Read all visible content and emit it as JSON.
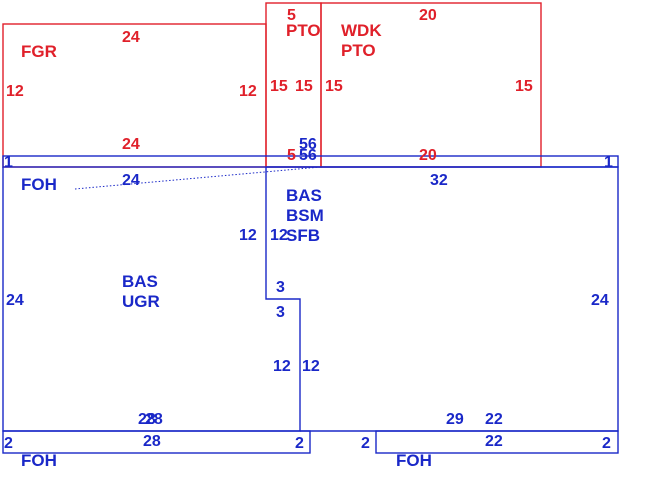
{
  "colors": {
    "garage": "#e0202a",
    "house": "#1a28c8"
  },
  "areas": {
    "fgr": "FGR",
    "pto_small": "PTO",
    "wdk": "WDK",
    "wdk_pto": "PTO",
    "foh_top": "FOH",
    "bas1": "BAS",
    "bsm": "BSM",
    "sfb": "SFB",
    "bas2": "BAS",
    "ugr": "UGR",
    "foh_left": "FOH",
    "foh_right": "FOH"
  },
  "dimensions": {
    "red": {
      "fgr_top": "24",
      "fgr_left": "12",
      "fgr_right": "12",
      "fgr_bottom": "24",
      "pto_top": "5",
      "pto_left": "15",
      "pto_right": "15",
      "pto_bottom": "5",
      "wdk_top": "20",
      "wdk_left": "15",
      "wdk_right": "15",
      "wdk_bottom": "20"
    },
    "blue": {
      "foh_top_left": "1",
      "foh_top_right": "1",
      "foh_top_width": "24",
      "fifty6_a": "56",
      "fifty6_b": "56",
      "top_width": "32",
      "bsm_left_a": "12",
      "bsm_left_b": "12",
      "step_a": "3",
      "step_b": "3",
      "left_side": "24",
      "right_side": "24",
      "notch_a": "12",
      "notch_b": "12",
      "bottom_left_a": "28",
      "bottom_left_b": "28",
      "bottom_left_c": "28",
      "bottom_right_a": "29",
      "bottom_right_b": "22",
      "bottom_right_c": "22",
      "foh_left_a": "2",
      "foh_left_b": "2",
      "foh_right_a": "2",
      "foh_right_b": "2"
    }
  }
}
